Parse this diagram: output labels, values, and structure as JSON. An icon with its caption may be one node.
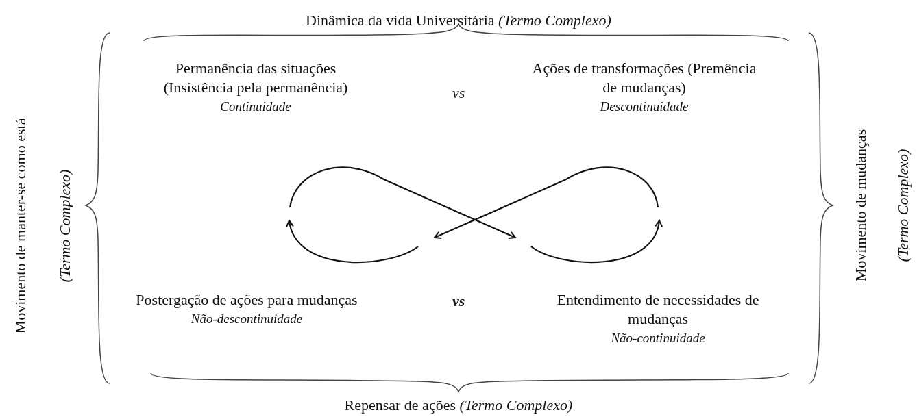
{
  "diagram": {
    "nodes": [
      {
        "text": [
          "Permanência das situações (Insistência pela permanência)",
          "Continuidade"
        ]
      },
      {
        "text": [
          "Ações de transformações (Premência de mudanças)",
          "Descontinuidade"
        ]
      },
      {
        "text": [
          "Postergação de ações para mudanças",
          "Não-descontinuidade"
        ]
      },
      {
        "text": [
          "Entendimento de necessidades de mudanças",
          "Não-continuidade"
        ]
      }
    ],
    "labels": [
      "Dinâmica da vida Universitária *(Termo Complexo)*",
      "vs",
      "vs",
      "Movimento de manter-se como está",
      "(Termo Complexo)",
      "Movimento de mudanças",
      "(Termo Complexo)",
      "Repensar de ações *(Termo Complexo)*"
    ]
  }
}
